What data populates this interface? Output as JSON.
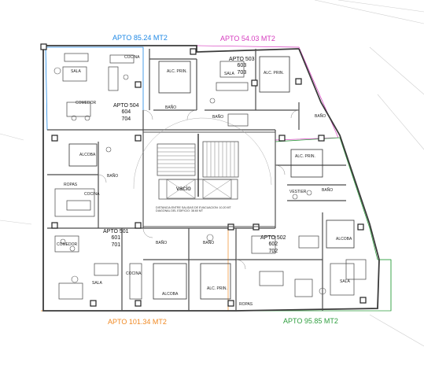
{
  "apartments": [
    {
      "key": "a504",
      "area_label": "APTO  85.24 MT2",
      "color": "#1e88e5",
      "number_lines": [
        "APTO 504",
        "604",
        "704"
      ]
    },
    {
      "key": "a503",
      "area_label": "APTO  54.03 MT2",
      "color": "#d63bbf",
      "number_lines": [
        "APTO 503",
        "603",
        "703"
      ]
    },
    {
      "key": "a501",
      "area_label": "APTO  101.34 MT2",
      "color": "#f08a24",
      "number_lines": [
        "APTO 501",
        "601",
        "701"
      ]
    },
    {
      "key": "a502",
      "area_label": "APTO  95.85 MT2",
      "color": "#2e9e3e",
      "number_lines": [
        "APTO 502",
        "602",
        "702"
      ]
    }
  ],
  "rooms": {
    "sala_504": "SALA",
    "cocina_504": "COCINA",
    "alc_504": "ALC. PRIN.",
    "comedor_504": "COMEDOR",
    "bano_504": "BAÑO",
    "sala_503": "SALA",
    "alc_503": "ALC. PRIN.",
    "bano_503": "BAÑO",
    "bano_503b": "BAÑO",
    "alcoba_w": "ALCOBA",
    "bano_w": "BAÑO",
    "ropas_w": "ROPAS",
    "cocina_w": "COCINA",
    "alc_e": "ALC. PRIN.",
    "vestier_e": "VESTIER",
    "bano_e": "BAÑO",
    "comedor_501": "COMEDOR",
    "sala_501": "SALA",
    "cocina_501": "COCINA",
    "bano_501": "BAÑO",
    "bano_501b": "BAÑO",
    "alcoba_501": "ALCOBA",
    "alc_502": "ALC. PRIN.",
    "ropas_502": "ROPAS",
    "alcoba_502": "ALCOBA",
    "sala_502": "SALA"
  },
  "core": {
    "vacio": "vacio",
    "note_line1": "DISTANCIA ENTRE SALIDAS DE EVACUACION: 10.20 MT",
    "note_line2": "DIAGONAL DEL EDIFICIO: 38.60 MT"
  },
  "colors": {
    "wall": "#3a3a3a",
    "thin": "#8a8a8a",
    "blue_outline": "#1e88e5",
    "green_outline": "#2e9e3e",
    "magenta_outline": "#d63bbf",
    "orange_outline": "#f08a24"
  }
}
